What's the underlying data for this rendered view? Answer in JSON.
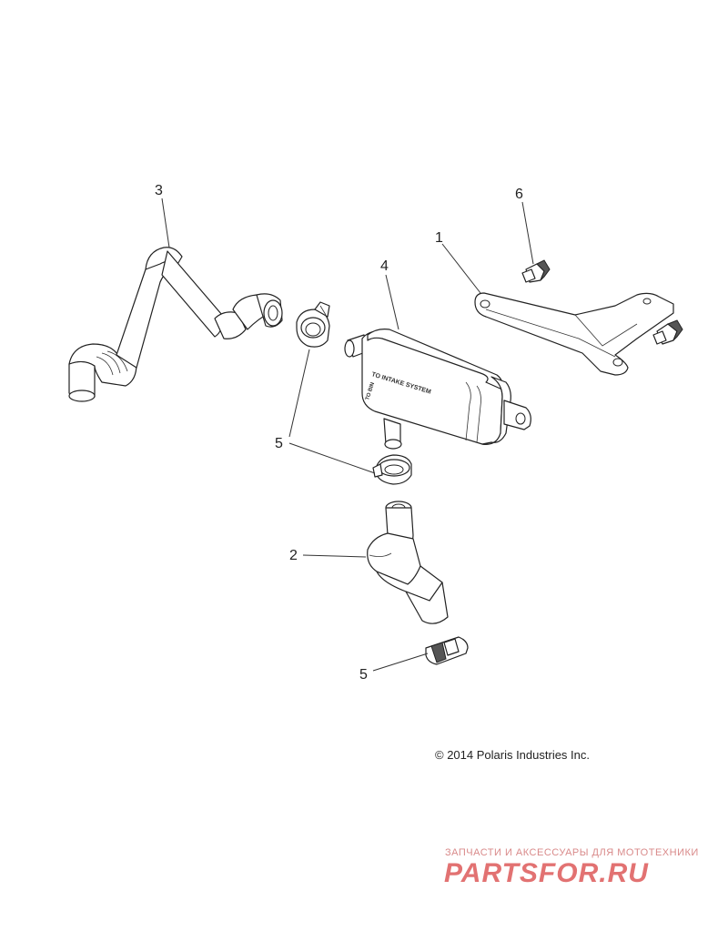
{
  "callouts": {
    "c1": "1",
    "c2": "2",
    "c3": "3",
    "c4": "4",
    "c5a": "5",
    "c5b": "5",
    "c6": "6"
  },
  "reservoir_text": {
    "line1": "TO INTAKE SYSTEM",
    "line2": "TO BIN"
  },
  "copyright": "© 2014 Polaris Industries Inc.",
  "watermark": {
    "tagline": "ЗАПЧАСТИ И АКСЕССУАРЫ ДЛЯ МОТОТЕХНИКИ",
    "logo": "PARTSFOR.RU",
    "color": "#e27272"
  }
}
